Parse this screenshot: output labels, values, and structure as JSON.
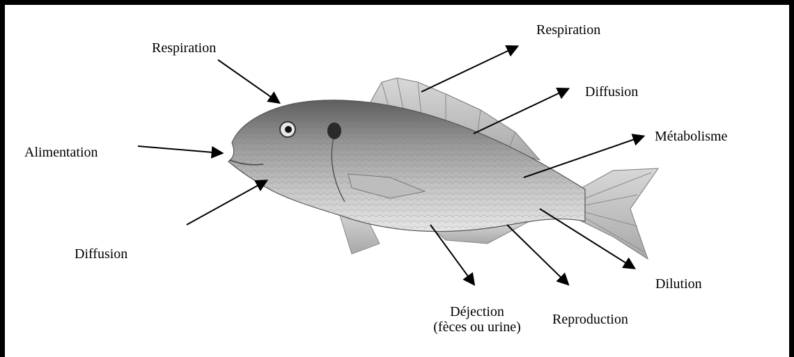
{
  "diagram": {
    "labels": {
      "respiration_top_left": "Respiration",
      "respiration_top_right": "Respiration",
      "diffusion_upper_right": "Diffusion",
      "metabolisme": "Métabolisme",
      "alimentation": "Alimentation",
      "diffusion_lower_left": "Diffusion",
      "dejection_line1": "Déjection",
      "dejection_line2": "(fèces ou urine)",
      "reproduction": "Reproduction",
      "dilution": "Dilution"
    },
    "colors": {
      "border": "#000000",
      "arrow": "#000000",
      "fish_body": "#9a9a9a"
    }
  }
}
